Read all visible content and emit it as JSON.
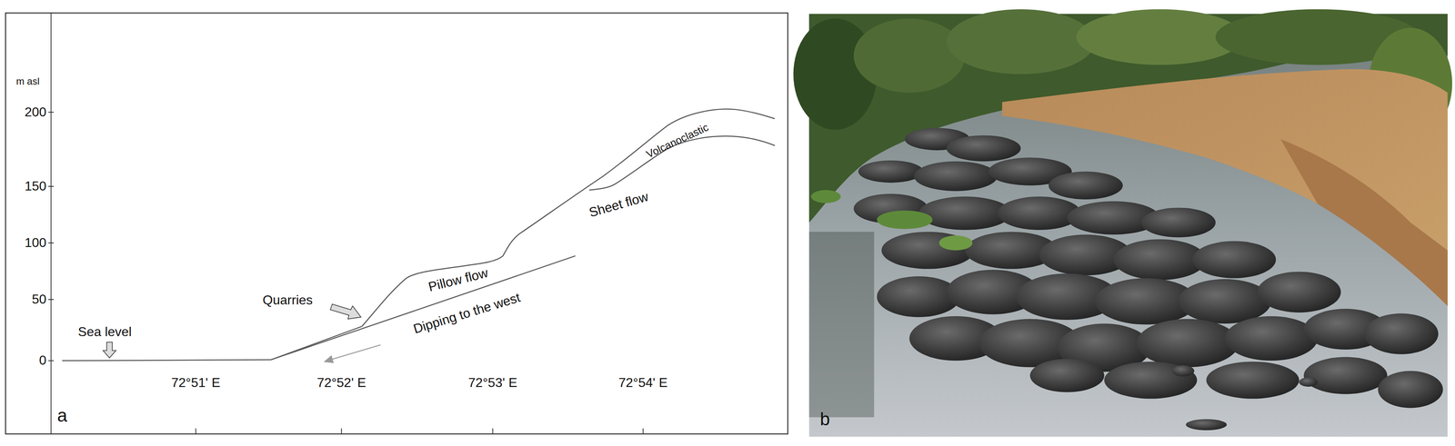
{
  "diagram": {
    "labels": [
      "m asl",
      "200",
      "150",
      "100",
      "50",
      "0",
      "Sea level",
      "Quarries",
      "Pillow flow",
      "Dipping to the west",
      "Sheet flow",
      "Volcanoclastic",
      "72°51' E",
      "72°52' E",
      "72°53' E",
      "72°54' E",
      "a",
      "b"
    ]
  }
}
